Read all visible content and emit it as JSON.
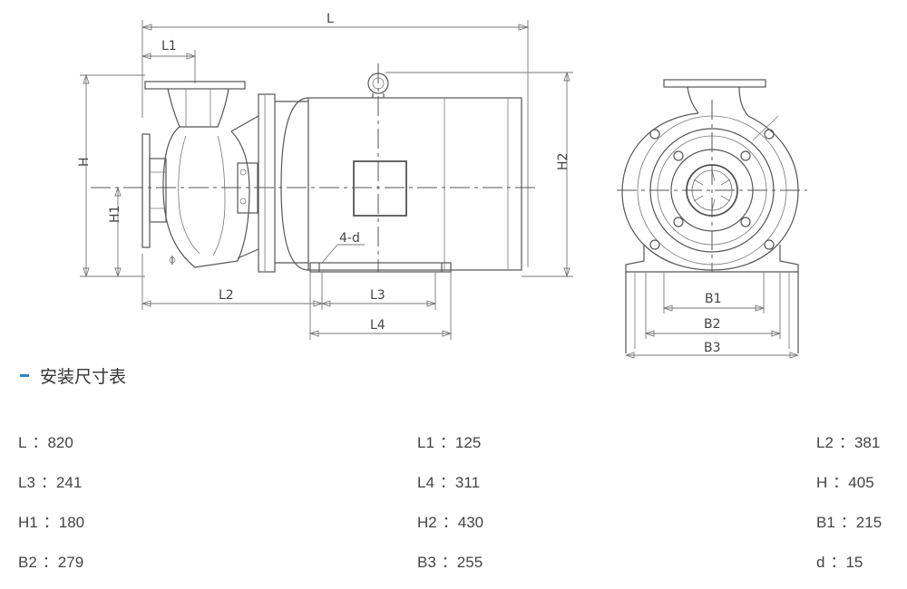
{
  "drawing": {
    "labels": {
      "L": "L",
      "L1": "L1",
      "L2": "L2",
      "L3": "L3",
      "L4": "L4",
      "H": "H",
      "H1": "H1",
      "H2": "H2",
      "bolt": "4-d",
      "B1": "B1",
      "B2": "B2",
      "B3": "B3"
    }
  },
  "section": {
    "title": "安装尺寸表"
  },
  "spec_table": {
    "rows": [
      [
        {
          "key": "L",
          "value": "820"
        },
        {
          "key": "L1",
          "value": "125"
        },
        {
          "key": "L2",
          "value": "381"
        }
      ],
      [
        {
          "key": "L3",
          "value": "241"
        },
        {
          "key": "L4",
          "value": "311"
        },
        {
          "key": "H",
          "value": "405"
        }
      ],
      [
        {
          "key": "H1",
          "value": "180"
        },
        {
          "key": "H2",
          "value": "430"
        },
        {
          "key": "B1",
          "value": "215"
        }
      ],
      [
        {
          "key": "B2",
          "value": "279"
        },
        {
          "key": "B3",
          "value": "255"
        },
        {
          "key": "d",
          "value": "15"
        }
      ]
    ]
  },
  "colors": {
    "accent": "#2b86c5",
    "line": "#555555",
    "text": "#444444"
  }
}
